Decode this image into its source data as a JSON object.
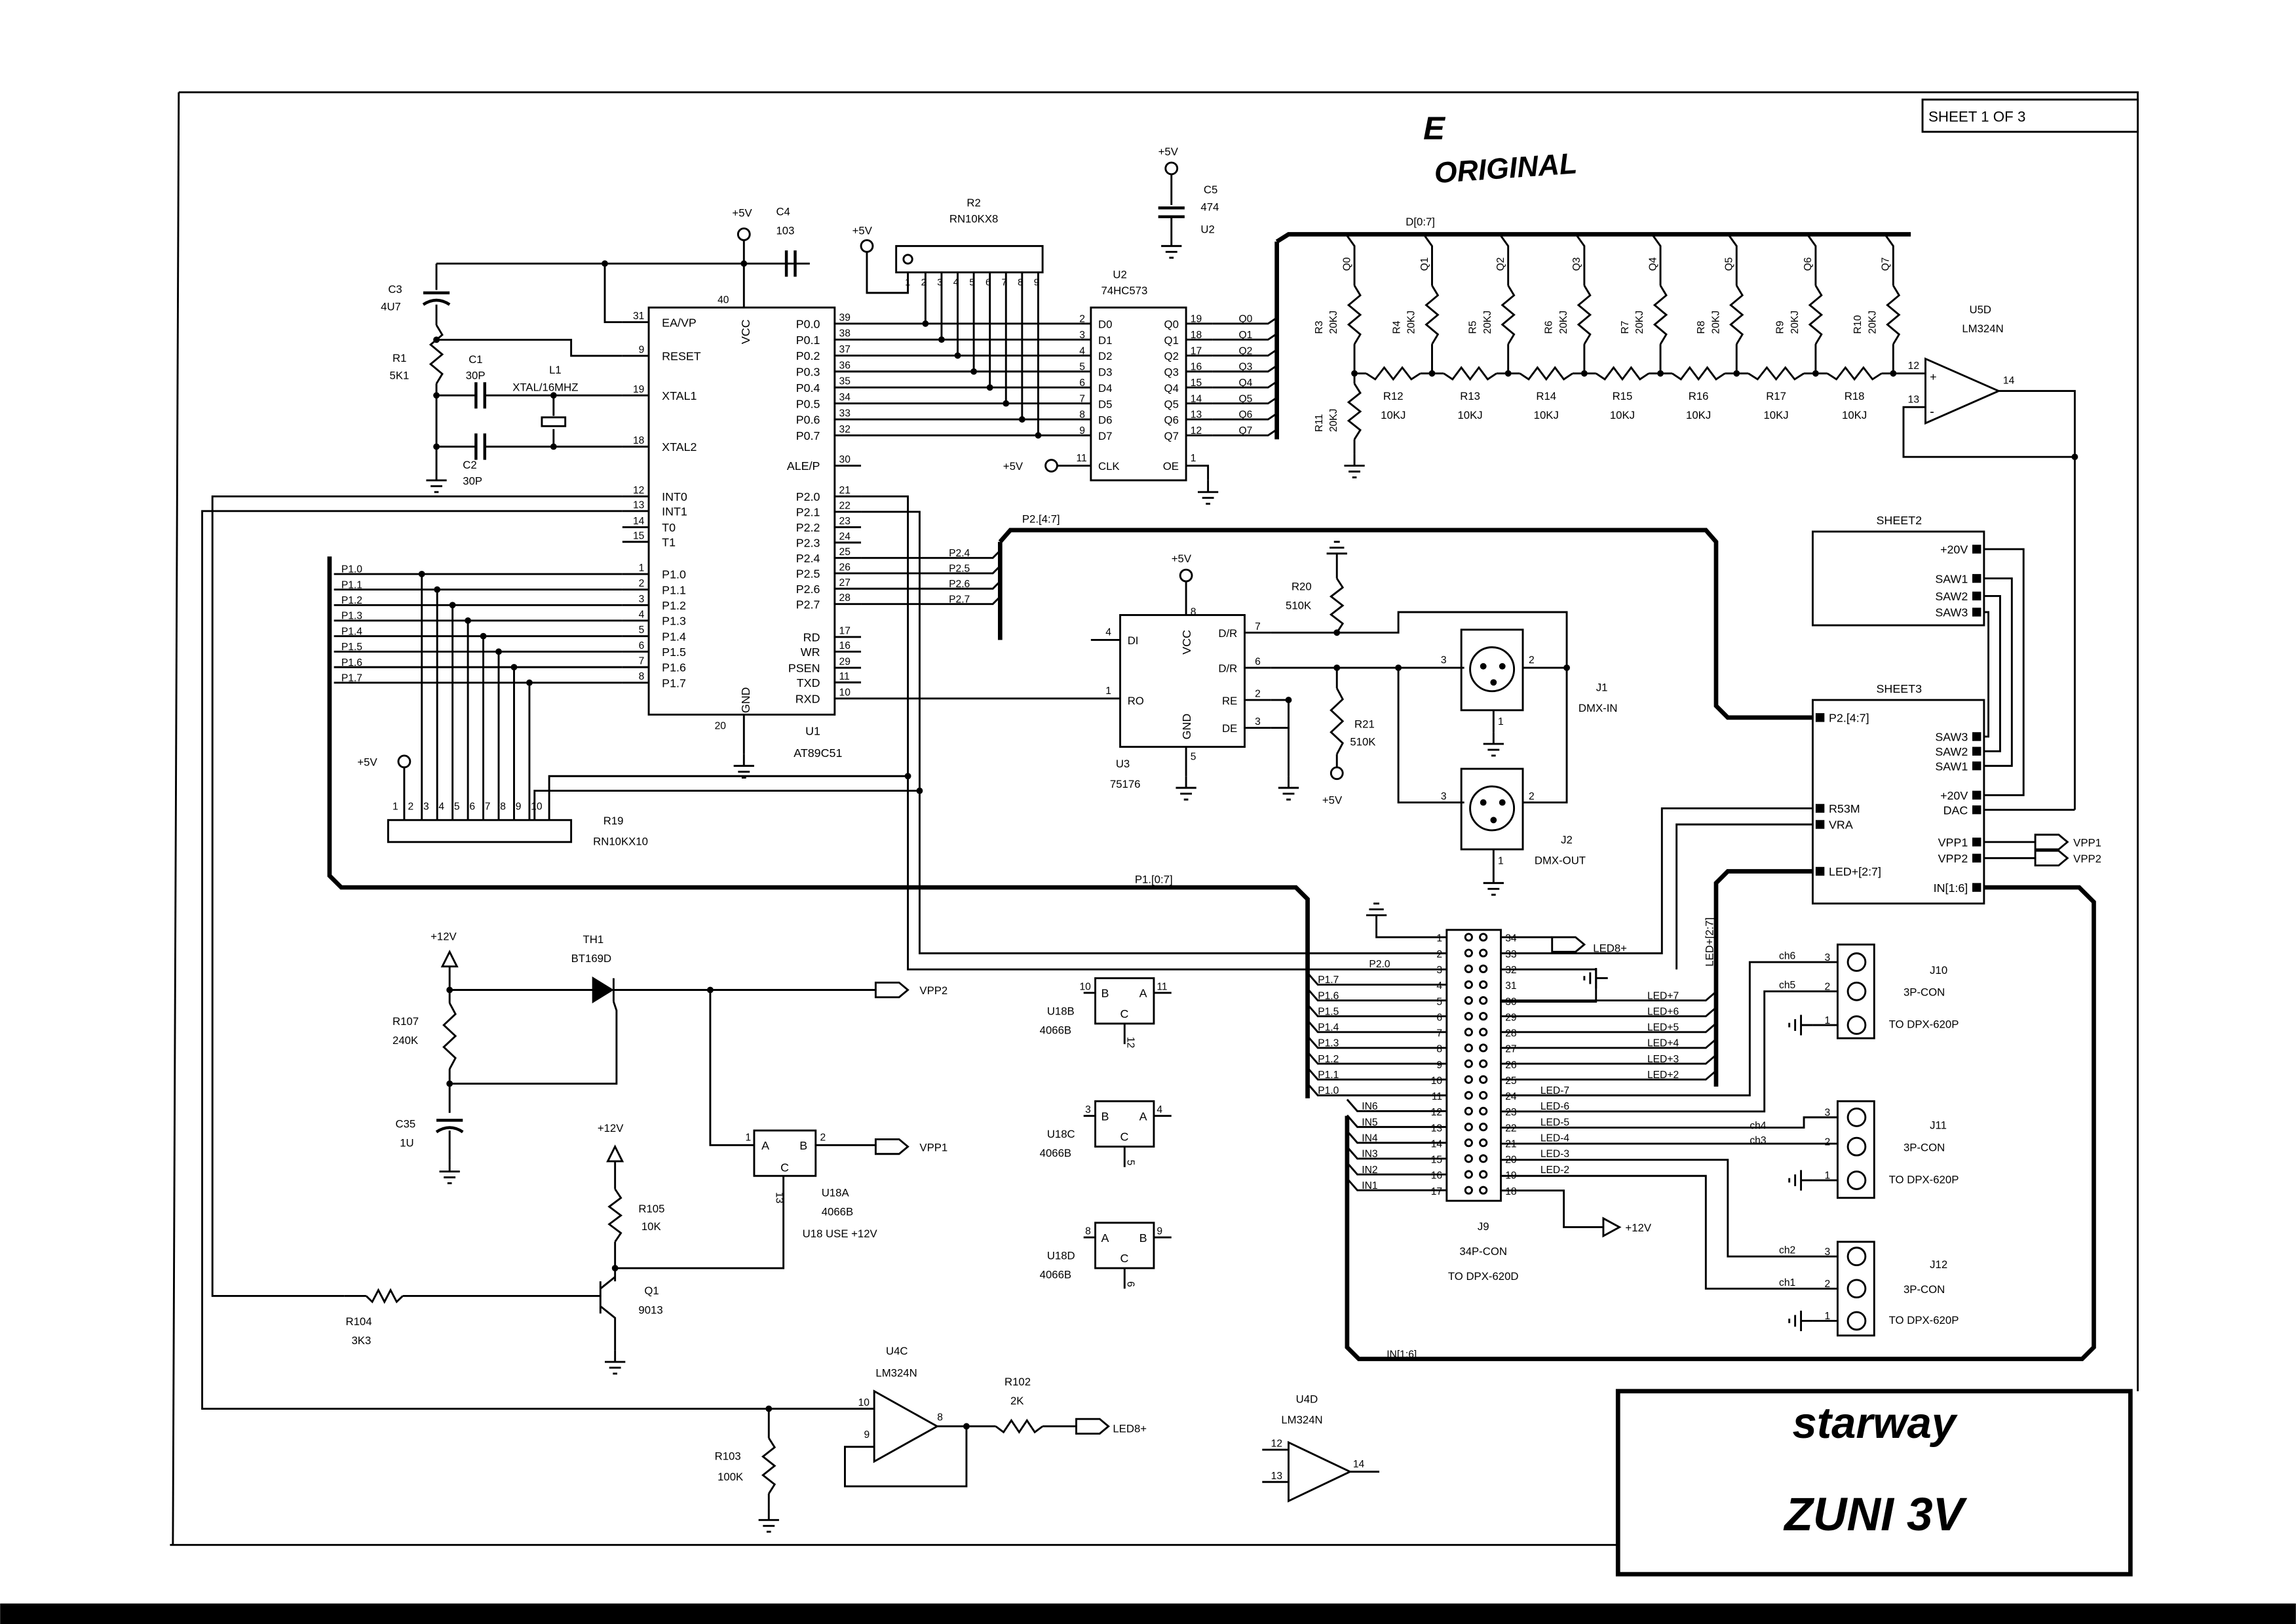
{
  "sheet": "SHEET  1  OF  3",
  "stamp": {
    "text": "ORIGINAL",
    "mark": "E"
  },
  "title_block": {
    "company": "starway",
    "model": "ZUNI 3V"
  },
  "power": {
    "v5": "+5V",
    "v12": "+12V"
  },
  "u1": {
    "ref": "U1",
    "part": "AT89C51",
    "vcc": "VCC",
    "gnd": "GND",
    "vcc_pin": "40",
    "gnd_pin": "20",
    "left": [
      [
        "31",
        "EA/VP"
      ],
      [
        "9",
        "RESET"
      ],
      [
        "19",
        "XTAL1"
      ],
      [
        "18",
        "XTAL2"
      ],
      [
        "12",
        "INT0"
      ],
      [
        "13",
        "INT1"
      ],
      [
        "14",
        "T0"
      ],
      [
        "15",
        "T1"
      ],
      [
        "1",
        "P1.0"
      ],
      [
        "2",
        "P1.1"
      ],
      [
        "3",
        "P1.2"
      ],
      [
        "4",
        "P1.3"
      ],
      [
        "5",
        "P1.4"
      ],
      [
        "6",
        "P1.5"
      ],
      [
        "7",
        "P1.6"
      ],
      [
        "8",
        "P1.7"
      ]
    ],
    "right": [
      [
        "39",
        "P0.0"
      ],
      [
        "38",
        "P0.1"
      ],
      [
        "37",
        "P0.2"
      ],
      [
        "36",
        "P0.3"
      ],
      [
        "35",
        "P0.4"
      ],
      [
        "34",
        "P0.5"
      ],
      [
        "33",
        "P0.6"
      ],
      [
        "32",
        "P0.7"
      ],
      [
        "30",
        "ALE/P"
      ],
      [
        "21",
        "P2.0"
      ],
      [
        "22",
        "P2.1"
      ],
      [
        "23",
        "P2.2"
      ],
      [
        "24",
        "P2.3"
      ],
      [
        "25",
        "P2.4"
      ],
      [
        "26",
        "P2.5"
      ],
      [
        "27",
        "P2.6"
      ],
      [
        "28",
        "P2.7"
      ],
      [
        "17",
        "RD"
      ],
      [
        "16",
        "WR"
      ],
      [
        "29",
        "PSEN"
      ],
      [
        "11",
        "TXD"
      ],
      [
        "10",
        "RXD"
      ]
    ]
  },
  "parts": {
    "c3": {
      "ref": "C3",
      "value": "4U7"
    },
    "r1": {
      "ref": "R1",
      "value": "5K1"
    },
    "c1": {
      "ref": "C1",
      "value": "30P"
    },
    "c2": {
      "ref": "C2",
      "value": "30P"
    },
    "l1": {
      "ref": "L1",
      "value": "XTAL/16MHZ"
    },
    "c4": {
      "ref": "C4",
      "value": "103"
    },
    "c5": {
      "ref": "C5",
      "value": "474",
      "note": "U2"
    },
    "r2": {
      "ref": "R2",
      "value": "RN10KX8",
      "pins": [
        "1",
        "2",
        "3",
        "4",
        "5",
        "6",
        "7",
        "8",
        "9"
      ]
    },
    "r19": {
      "ref": "R19",
      "value": "RN10KX10",
      "pins": [
        "1",
        "2",
        "3",
        "4",
        "5",
        "6",
        "7",
        "8",
        "9",
        "10"
      ]
    },
    "r20": {
      "ref": "R20",
      "value": "510K"
    },
    "r21": {
      "ref": "R21",
      "value": "510K"
    },
    "r11": {
      "ref": "R11",
      "value": "20KJ"
    },
    "r107": {
      "ref": "R107",
      "value": "240K"
    },
    "c35": {
      "ref": "C35",
      "value": "1U"
    },
    "th1": {
      "ref": "TH1",
      "value": "BT169D"
    },
    "r105": {
      "ref": "R105",
      "value": "10K"
    },
    "q1": {
      "ref": "Q1",
      "value": "9013"
    },
    "r104": {
      "ref": "R104",
      "value": "3K3"
    },
    "r103": {
      "ref": "R103",
      "value": "100K"
    },
    "r102": {
      "ref": "R102",
      "value": "2K"
    }
  },
  "u2": {
    "ref": "U2",
    "part": "74HC573",
    "left": [
      [
        "2",
        "D0"
      ],
      [
        "3",
        "D1"
      ],
      [
        "4",
        "D2"
      ],
      [
        "5",
        "D3"
      ],
      [
        "6",
        "D4"
      ],
      [
        "7",
        "D5"
      ],
      [
        "8",
        "D6"
      ],
      [
        "9",
        "D7"
      ]
    ],
    "right": [
      [
        "19",
        "Q0"
      ],
      [
        "18",
        "Q1"
      ],
      [
        "17",
        "Q2"
      ],
      [
        "16",
        "Q3"
      ],
      [
        "15",
        "Q4"
      ],
      [
        "14",
        "Q5"
      ],
      [
        "13",
        "Q6"
      ],
      [
        "12",
        "Q7"
      ]
    ],
    "clk": [
      "11",
      "CLK"
    ],
    "oe": [
      "1",
      "OE"
    ]
  },
  "ladder": {
    "bus": "D[0:7]",
    "taps": [
      "Q0",
      "Q1",
      "Q2",
      "Q3",
      "Q4",
      "Q5",
      "Q6",
      "Q7"
    ],
    "top": [
      [
        "R3",
        "20KJ"
      ],
      [
        "R4",
        "20KJ"
      ],
      [
        "R5",
        "20KJ"
      ],
      [
        "R6",
        "20KJ"
      ],
      [
        "R7",
        "20KJ"
      ],
      [
        "R8",
        "20KJ"
      ],
      [
        "R9",
        "20KJ"
      ],
      [
        "R10",
        "20KJ"
      ]
    ],
    "series": [
      [
        "R12",
        "10KJ"
      ],
      [
        "R13",
        "10KJ"
      ],
      [
        "R14",
        "10KJ"
      ],
      [
        "R15",
        "10KJ"
      ],
      [
        "R16",
        "10KJ"
      ],
      [
        "R17",
        "10KJ"
      ],
      [
        "R18",
        "10KJ"
      ]
    ]
  },
  "u5d": {
    "ref": "U5D",
    "part": "LM324N",
    "pins": [
      "12",
      "13",
      "14"
    ],
    "plus": "+",
    "minus": "-"
  },
  "u4c": {
    "ref": "U4C",
    "part": "LM324N",
    "pins": [
      "10",
      "9",
      "8"
    ]
  },
  "u4d": {
    "ref": "U4D",
    "part": "LM324N",
    "pins": [
      "12",
      "13",
      "14"
    ]
  },
  "p2bus": {
    "label": "P2.[4:7]",
    "entries": [
      "P2.4",
      "P2.5",
      "P2.6",
      "P2.7"
    ]
  },
  "p1bus": {
    "label": "P1.[0:7]",
    "entries": [
      "P1.0",
      "P1.1",
      "P1.2",
      "P1.3",
      "P1.4",
      "P1.5",
      "P1.6",
      "P1.7"
    ]
  },
  "u3": {
    "ref": "U3",
    "part": "75176",
    "vcc": "VCC",
    "gnd": "GND",
    "vcc_pin": "8",
    "gnd_pin": "5",
    "left": [
      [
        "4",
        "DI"
      ],
      [
        "1",
        "RO"
      ]
    ],
    "right": [
      [
        "7",
        "D/R"
      ],
      [
        "6",
        "D/R"
      ],
      [
        "2",
        "RE"
      ],
      [
        "3",
        "DE"
      ]
    ]
  },
  "j1": {
    "ref": "J1",
    "name": "DMX-IN",
    "pins": [
      "1",
      "2",
      "3"
    ]
  },
  "j2": {
    "ref": "J2",
    "name": "DMX-OUT",
    "pins": [
      "1",
      "2",
      "3"
    ]
  },
  "sheet2": {
    "title": "SHEET2",
    "ports": [
      "+20V",
      "SAW1",
      "SAW2",
      "SAW3"
    ]
  },
  "sheet3": {
    "title": "SHEET3",
    "left_ports": [
      "P2.[4:7]",
      "R53M",
      "VRA",
      "LED+[2:7]"
    ],
    "right_ports": [
      "SAW3",
      "SAW2",
      "SAW1",
      "+20V",
      "DAC",
      "VPP1",
      "VPP2",
      "IN[1:6]"
    ]
  },
  "offsheet": {
    "vpp1": "VPP1",
    "vpp2": "VPP2",
    "led8": "LED8+"
  },
  "j9": {
    "ref": "J9",
    "part": "34P-CON",
    "dest": "TO DPX-620D",
    "left": [
      [
        "1",
        ""
      ],
      [
        "2",
        "P2.1"
      ],
      [
        "3",
        "P2.0"
      ],
      [
        "4",
        "P1.7"
      ],
      [
        "5",
        "P1.6"
      ],
      [
        "6",
        "P1.5"
      ],
      [
        "7",
        "P1.4"
      ],
      [
        "8",
        "P1.3"
      ],
      [
        "9",
        "P1.2"
      ],
      [
        "10",
        "P1.1"
      ],
      [
        "11",
        "P1.0"
      ],
      [
        "12",
        "IN6"
      ],
      [
        "13",
        "IN5"
      ],
      [
        "14",
        "IN4"
      ],
      [
        "15",
        "IN3"
      ],
      [
        "16",
        "IN2"
      ],
      [
        "17",
        "IN1"
      ]
    ],
    "right": [
      [
        "34",
        "LED8+"
      ],
      [
        "33",
        ""
      ],
      [
        "32",
        ""
      ],
      [
        "31",
        ""
      ],
      [
        "30",
        "LED+7"
      ],
      [
        "29",
        "LED+6"
      ],
      [
        "28",
        "LED+5"
      ],
      [
        "27",
        "LED+4"
      ],
      [
        "26",
        "LED+3"
      ],
      [
        "25",
        "LED+2"
      ],
      [
        "24",
        "LED-7"
      ],
      [
        "23",
        "LED-6"
      ],
      [
        "22",
        "LED-5"
      ],
      [
        "21",
        "LED-4"
      ],
      [
        "20",
        "LED-3"
      ],
      [
        "19",
        "LED-2"
      ],
      [
        "18",
        "+12V"
      ]
    ],
    "led_bus": "LED+[2:7]",
    "in_bus": "IN[1:6]"
  },
  "connectors": [
    {
      "ref": "J10",
      "part": "3P-CON",
      "dest": "TO DPX-620P",
      "signals": [
        "ch6",
        "ch5"
      ],
      "pins": [
        "3",
        "2",
        "1"
      ]
    },
    {
      "ref": "J11",
      "part": "3P-CON",
      "dest": "TO DPX-620P",
      "signals": [
        "ch4",
        "ch3"
      ],
      "pins": [
        "3",
        "2",
        "1"
      ]
    },
    {
      "ref": "J12",
      "part": "3P-CON",
      "dest": "TO DPX-620P",
      "signals": [
        "ch2",
        "ch1"
      ],
      "pins": [
        "3",
        "2",
        "1"
      ]
    }
  ],
  "u18": [
    {
      "ref": "U18A",
      "part": "4066B",
      "note": "U18 USE +12V",
      "pins": [
        "1",
        "2",
        "13"
      ],
      "labels": [
        "A",
        "B",
        "C"
      ]
    },
    {
      "ref": "U18B",
      "part": "4066B",
      "pins": [
        "10",
        "11",
        "12"
      ],
      "labels": [
        "B",
        "A",
        "C"
      ]
    },
    {
      "ref": "U18C",
      "part": "4066B",
      "pins": [
        "3",
        "4",
        "5"
      ],
      "labels": [
        "B",
        "A",
        "C"
      ]
    },
    {
      "ref": "U18D",
      "part": "4066B",
      "pins": [
        "8",
        "9",
        "6"
      ],
      "labels": [
        "A",
        "B",
        "C"
      ]
    }
  ]
}
